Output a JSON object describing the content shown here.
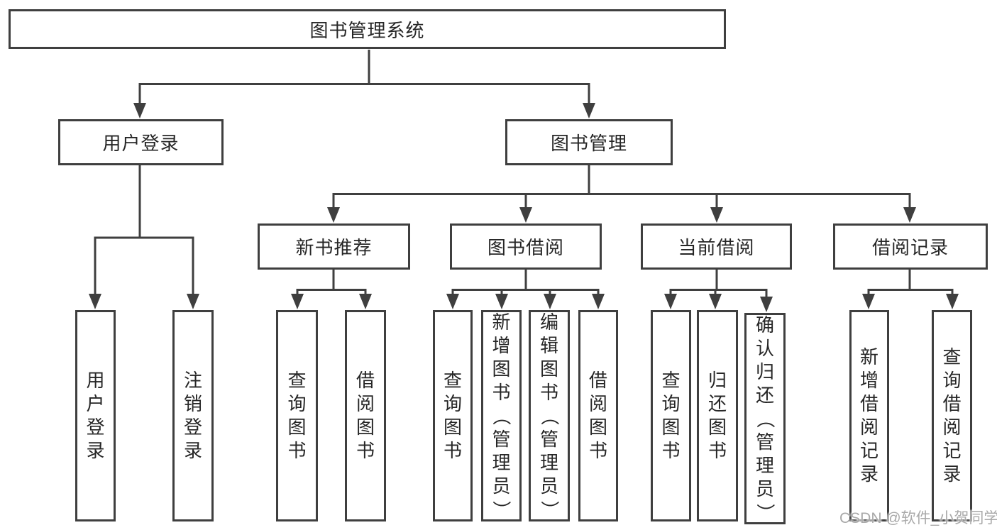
{
  "title": {
    "label": "图书管理系统"
  },
  "level2": [
    {
      "label": "用户登录"
    },
    {
      "label": "图书管理"
    }
  ],
  "level3": [
    {
      "label": "新书推荐"
    },
    {
      "label": "图书借阅"
    },
    {
      "label": "当前借阅"
    },
    {
      "label": "借阅记录"
    }
  ],
  "leaves": [
    {
      "label": "用户登录"
    },
    {
      "label": "注销登录"
    },
    {
      "label": "查询图书"
    },
    {
      "label": "借阅图书"
    },
    {
      "label": "查询图书"
    },
    {
      "label": "新增图书（管理员）"
    },
    {
      "label": "编辑图书（管理员）"
    },
    {
      "label": "借阅图书"
    },
    {
      "label": "查询图书"
    },
    {
      "label": "归还图书"
    },
    {
      "label": "确认归还（管理员）"
    },
    {
      "label": "新增借阅记录"
    },
    {
      "label": "查询借阅记录"
    }
  ],
  "watermark": {
    "text": "CSDN @软件_小贺同学"
  },
  "colors": {
    "line": "#3f3f3f",
    "text": "#262626",
    "background": "#ffffff",
    "watermark": "#a9a9a9"
  }
}
